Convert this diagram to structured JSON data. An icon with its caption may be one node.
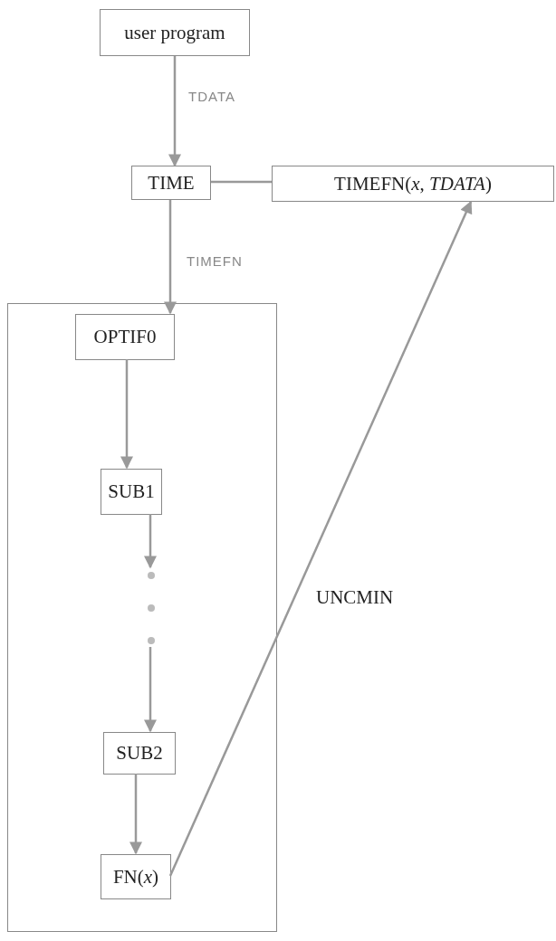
{
  "diagram": {
    "nodes": [
      {
        "text": [
          "user program"
        ]
      },
      {
        "text": [
          "TIME"
        ]
      },
      {
        "text": [
          "TIMEFN(*x*, *TDATA*)"
        ]
      },
      {
        "text": [
          "UNCMIN"
        ]
      },
      {
        "text": [
          "OPTIF0"
        ],
        "in": 3
      },
      {
        "text": [
          "SUB1"
        ],
        "in": 3
      },
      {
        "text": [],
        "shape": "ellipsis",
        "in": 3
      },
      {
        "text": [
          "SUB2"
        ],
        "in": 3
      },
      {
        "text": [
          "FN(*x*)"
        ],
        "in": 3
      }
    ],
    "edges": [
      {
        "from": 0,
        "to": 1,
        "arrow": "to",
        "label": "TDATA"
      },
      {
        "from": 1,
        "to": 2,
        "arrow": "none"
      },
      {
        "from": 1,
        "to": 4,
        "arrow": "to",
        "label": "TIMEFN"
      },
      {
        "from": 4,
        "to": 5,
        "arrow": "to"
      },
      {
        "from": 5,
        "to": 6,
        "arrow": "to"
      },
      {
        "from": 6,
        "to": 7,
        "arrow": "to"
      },
      {
        "from": 7,
        "to": 8,
        "arrow": "to"
      },
      {
        "from": 8,
        "to": 2,
        "arrow": "to"
      }
    ]
  }
}
